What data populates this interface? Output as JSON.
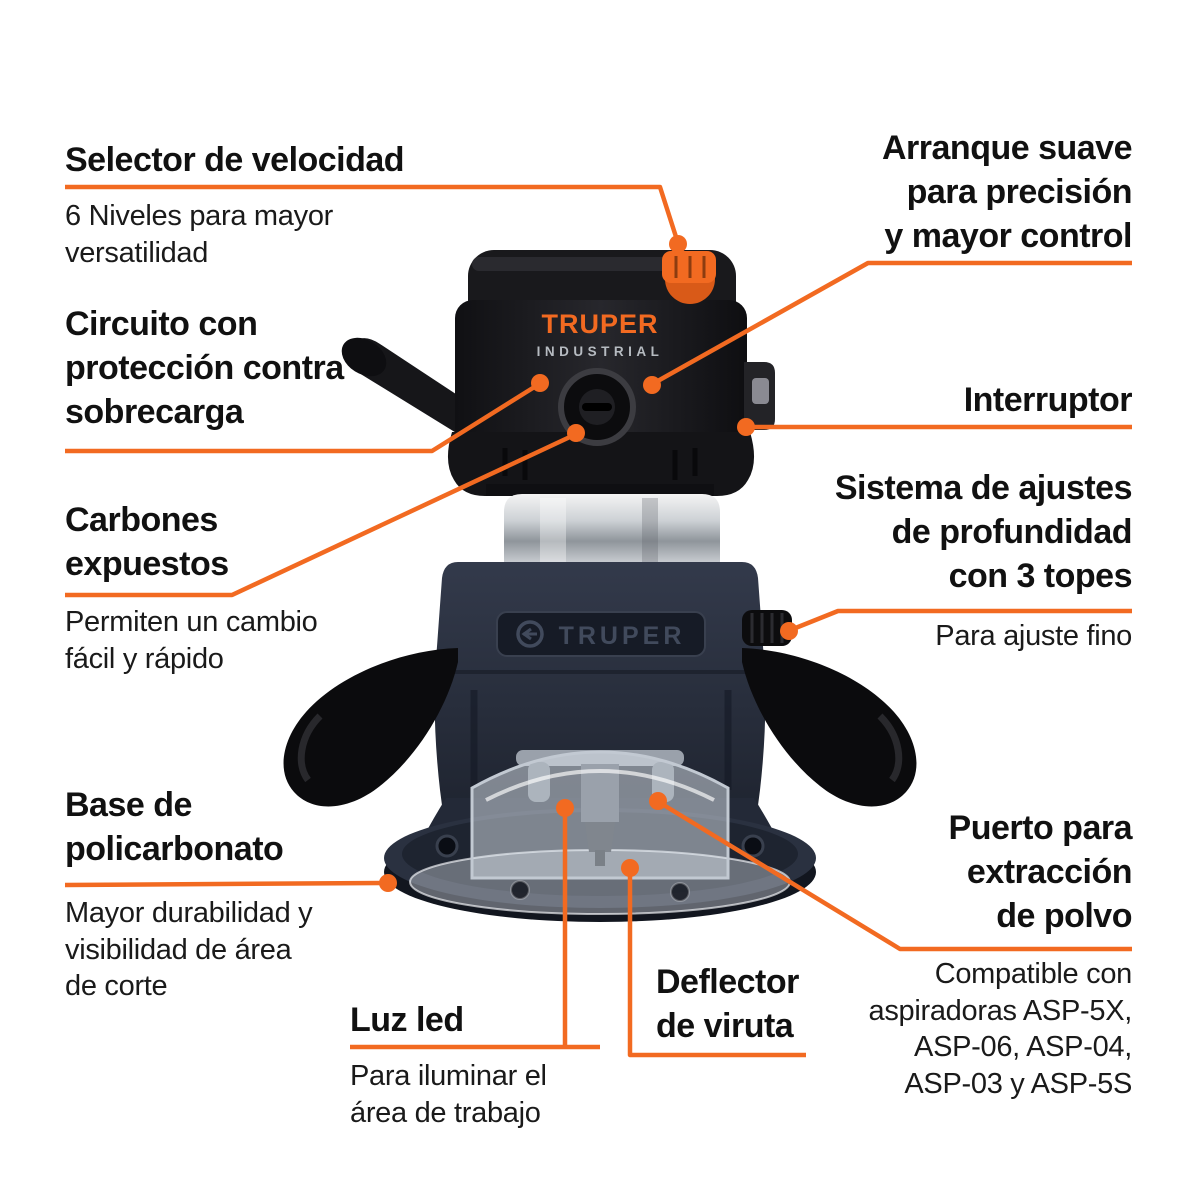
{
  "colors": {
    "accent": "#f26a21",
    "heading_text": "#111111",
    "body_text": "#1a1a1a",
    "housing_dark": "#19191c",
    "base_gray_blue": "#2a3040",
    "chrome": "#c9cdd1"
  },
  "product": {
    "brand": "TRUPER",
    "series": "INDUSTRIAL",
    "base_logo": "TRUPER"
  },
  "callouts": {
    "selector": {
      "title": "Selector de velocidad",
      "desc": "6 Niveles para mayor\nversatilidad"
    },
    "arranque": {
      "title": "Arranque suave\npara precisión\ny mayor control"
    },
    "circuito": {
      "title": "Circuito con\nprotección contra\nsobrecarga"
    },
    "interruptor": {
      "title": "Interruptor"
    },
    "carbones": {
      "title": "Carbones\nexpuestos",
      "desc": "Permiten un cambio\nfácil y rápido"
    },
    "sistema": {
      "title": "Sistema de ajustes\nde profundidad\ncon 3 topes",
      "desc": "Para ajuste fino"
    },
    "base": {
      "title": "Base de\npolicarbonato",
      "desc": "Mayor durabilidad y\nvisibilidad de área\nde corte"
    },
    "luz": {
      "title": "Luz led",
      "desc": "Para iluminar el\nárea de trabajo"
    },
    "deflector": {
      "title": "Deflector\nde viruta"
    },
    "puerto": {
      "title": "Puerto para\nextracción\nde polvo",
      "desc": "Compatible con\naspiradoras ASP-5X,\nASP-06, ASP-04,\nASP-03 y ASP-5S"
    }
  }
}
